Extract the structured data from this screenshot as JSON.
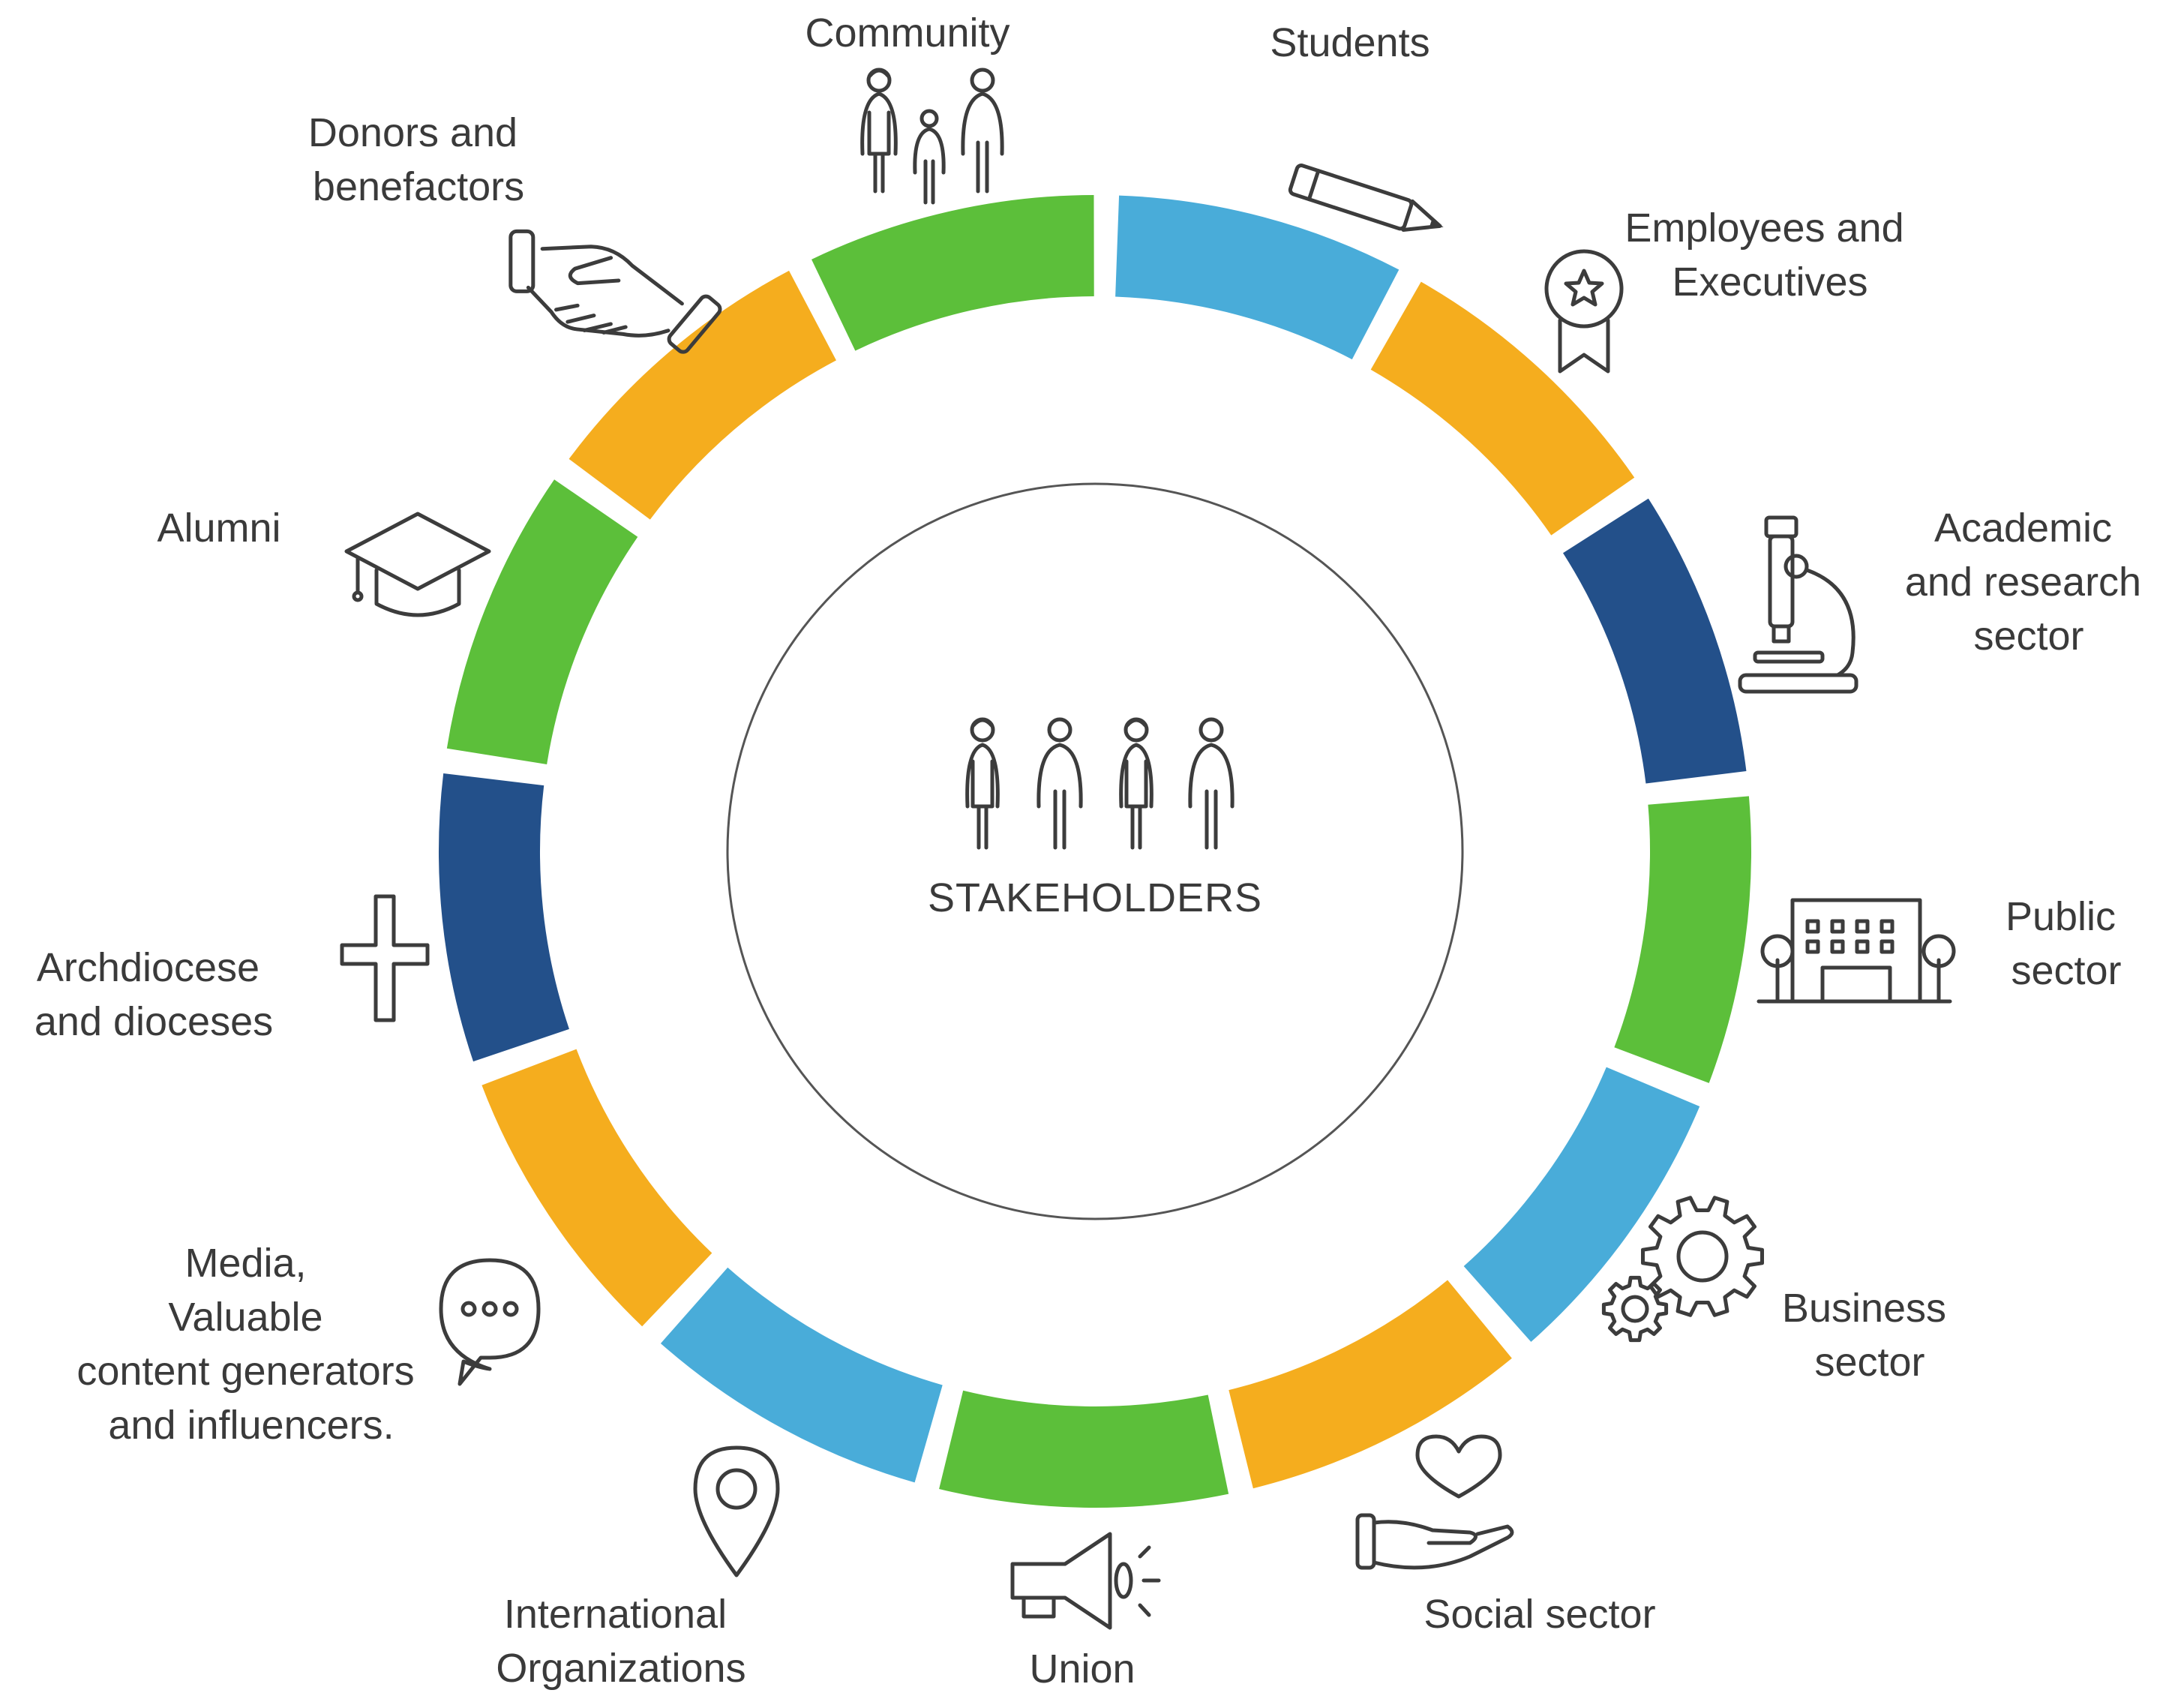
{
  "center": {
    "label": "STAKEHOLDERS",
    "icon": "group-of-people-icon"
  },
  "colors": {
    "green": "#5cbf3a",
    "blue": "#49acd9",
    "orange": "#f5ad1e",
    "navy": "#23508a",
    "inner_circle_stroke": "#555555",
    "text": "#3a3a3a"
  },
  "stakeholders": [
    {
      "id": "students",
      "lines": [
        "Students"
      ],
      "icon": "pencil-icon",
      "color": "blue"
    },
    {
      "id": "employees",
      "lines": [
        "Employees and",
        "Executives"
      ],
      "icon": "award-ribbon-icon",
      "color": "orange"
    },
    {
      "id": "academic",
      "lines": [
        "Academic",
        "and research",
        "sector"
      ],
      "icon": "microscope-icon",
      "color": "navy"
    },
    {
      "id": "public",
      "lines": [
        "Public",
        "sector"
      ],
      "icon": "building-icon",
      "color": "green"
    },
    {
      "id": "business",
      "lines": [
        "Business",
        "sector"
      ],
      "icon": "gears-icon",
      "color": "blue"
    },
    {
      "id": "social",
      "lines": [
        "Social sector"
      ],
      "icon": "heart-in-hand-icon",
      "color": "orange"
    },
    {
      "id": "union",
      "lines": [
        "Union"
      ],
      "icon": "megaphone-icon",
      "color": "green"
    },
    {
      "id": "international",
      "lines": [
        "International",
        "Organizations"
      ],
      "icon": "location-pin-icon",
      "color": "blue"
    },
    {
      "id": "media",
      "lines": [
        "Media,",
        "Valuable",
        "content generators",
        "and influencers."
      ],
      "icon": "speech-bubble-icon",
      "color": "orange"
    },
    {
      "id": "archdiocese",
      "lines": [
        "Archdiocese",
        "and dioceses"
      ],
      "icon": "cross-icon",
      "color": "navy"
    },
    {
      "id": "alumni",
      "lines": [
        "Alumni"
      ],
      "icon": "graduation-cap-icon",
      "color": "green"
    },
    {
      "id": "donors",
      "lines": [
        "Donors and",
        "benefactors"
      ],
      "icon": "handshake-icon",
      "color": "orange"
    },
    {
      "id": "community",
      "lines": [
        "Community"
      ],
      "icon": "family-icon",
      "color": "green"
    }
  ]
}
